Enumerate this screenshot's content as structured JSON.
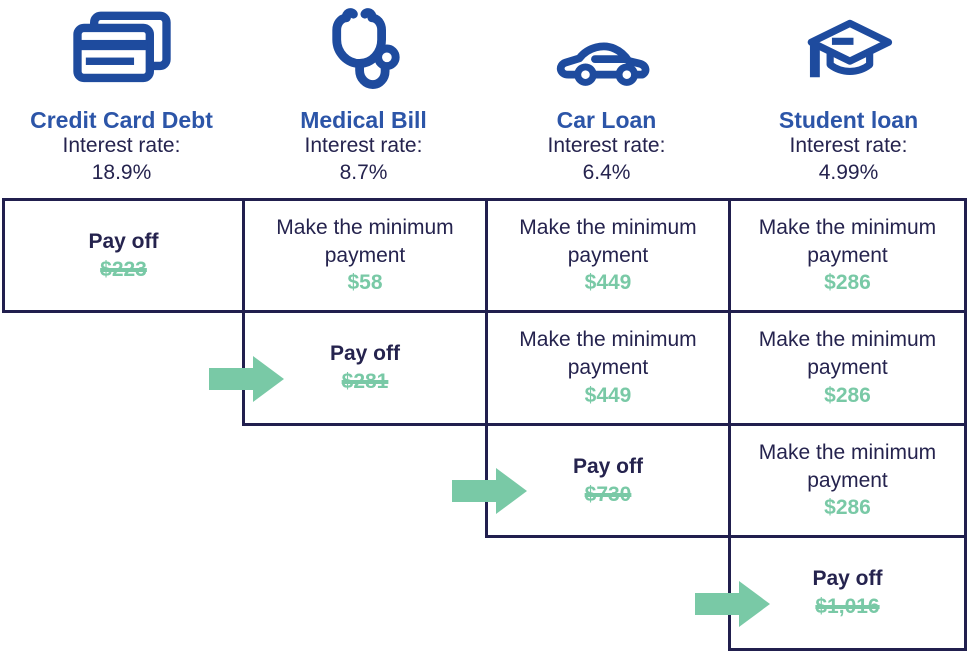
{
  "header": {
    "columns": [
      {
        "icon": "credit-cards-icon",
        "title": "Credit Card Debt",
        "interest_label": "Interest rate:",
        "rate": "18.9%"
      },
      {
        "icon": "stethoscope-icon",
        "title": "Medical Bill",
        "interest_label": "Interest rate:",
        "rate": "8.7%"
      },
      {
        "icon": "car-icon",
        "title": "Car Loan",
        "interest_label": "Interest rate:",
        "rate": "6.4%"
      },
      {
        "icon": "graduation-cap-icon",
        "title": "Student loan",
        "interest_label": "Interest rate:",
        "rate": "4.99%"
      }
    ]
  },
  "table": {
    "rows": [
      {
        "cells": [
          {
            "kind": "payoff",
            "label": "Pay off",
            "amount": "$223",
            "struck": true,
            "has_arrow": false
          },
          {
            "kind": "minimum",
            "label": "Make the minimum payment",
            "amount": "$58",
            "struck": false,
            "has_arrow": false
          },
          {
            "kind": "minimum",
            "label": "Make the minimum payment",
            "amount": "$449",
            "struck": false,
            "has_arrow": false
          },
          {
            "kind": "minimum",
            "label": "Make the minimum payment",
            "amount": "$286",
            "struck": false,
            "has_arrow": false
          }
        ]
      },
      {
        "cells": [
          {
            "kind": "payoff",
            "label": "Pay off",
            "amount": "$281",
            "struck": true,
            "has_arrow": true
          },
          {
            "kind": "minimum",
            "label": "Make the minimum payment",
            "amount": "$449",
            "struck": false,
            "has_arrow": false
          },
          {
            "kind": "minimum",
            "label": "Make the minimum payment",
            "amount": "$286",
            "struck": false,
            "has_arrow": false
          }
        ]
      },
      {
        "cells": [
          {
            "kind": "payoff",
            "label": "Pay off",
            "amount": "$730",
            "struck": true,
            "has_arrow": true
          },
          {
            "kind": "minimum",
            "label": "Make the minimum payment",
            "amount": "$286",
            "struck": false,
            "has_arrow": false
          }
        ]
      },
      {
        "cells": [
          {
            "kind": "payoff",
            "label": "Pay off",
            "amount": "$1,016",
            "struck": true,
            "has_arrow": true
          }
        ]
      }
    ]
  },
  "colors": {
    "title_blue": "#2C55A8",
    "icon_blue": "#1E4B9E",
    "navy_text": "#25234E",
    "border_navy": "#211F4E",
    "green": "#79C9A6"
  }
}
